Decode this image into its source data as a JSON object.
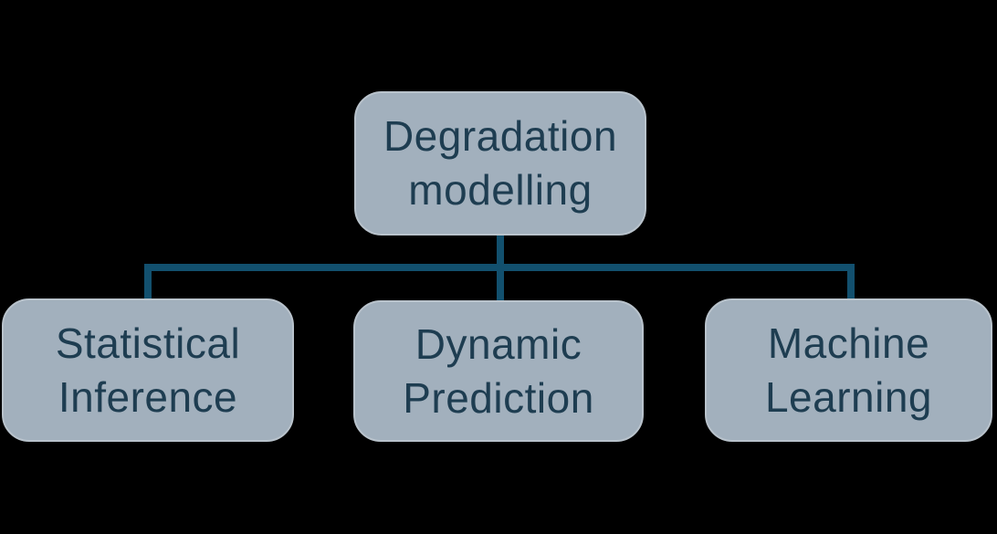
{
  "diagram": {
    "colors": {
      "bg": "#000000",
      "box_fill": "#a2b0bd",
      "box_border": "#b9c3cc",
      "text_color": "#1e3d51",
      "connector": "#12506e"
    },
    "root": {
      "label": "Degradation modelling",
      "line1": "Degradation",
      "line2": "modelling"
    },
    "children": [
      {
        "label": "Statistical Inference",
        "line1": "Statistical",
        "line2": "Inference"
      },
      {
        "label": "Dynamic Prediction",
        "line1": "Dynamic",
        "line2": "Prediction"
      },
      {
        "label": "Machine Learning",
        "line1": "Machine",
        "line2": "Learning"
      }
    ]
  }
}
